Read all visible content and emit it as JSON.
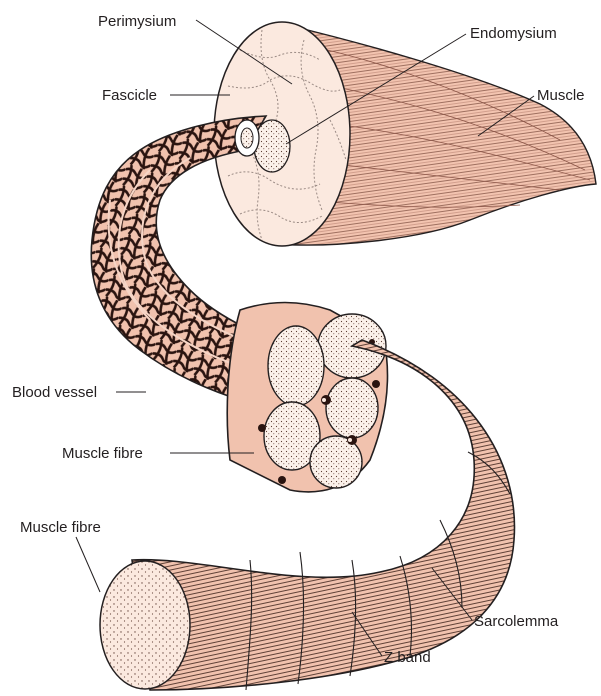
{
  "labels": {
    "perimysium": "Perimysium",
    "endomysium": "Endomysium",
    "fascicle": "Fascicle",
    "muscle": "Muscle",
    "blood_vessel": "Blood vessel",
    "muscle_fibre_bundle": "Muscle fibre",
    "muscle_fibre_single": "Muscle fibre",
    "sarcolemma": "Sarcolemma",
    "z_band": "Z band"
  },
  "colors": {
    "muscle_fill": "#f6c9b7",
    "muscle_fill_light": "#fbe3d8",
    "cross_section": "#fbe9df",
    "fibre_fill": "#f2c6b3",
    "vessel_dark": "#2a1410",
    "outline": "#231f20"
  }
}
